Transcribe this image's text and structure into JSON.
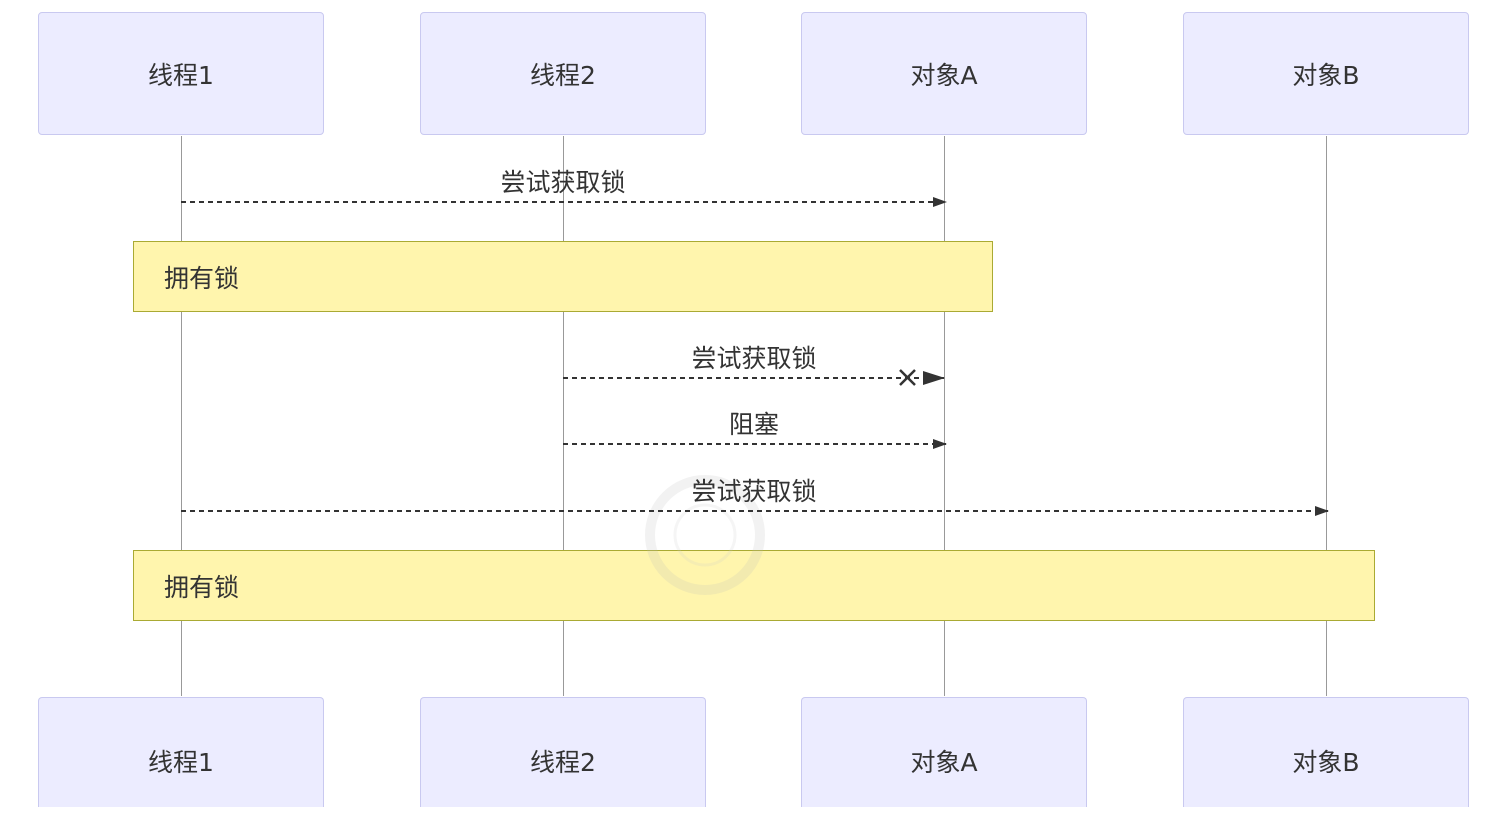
{
  "participants": {
    "t1": "线程1",
    "t2": "线程2",
    "oa": "对象A",
    "ob": "对象B"
  },
  "messages": {
    "m1": "尝试获取锁",
    "m2": "尝试获取锁",
    "m3": "阻塞",
    "m4": "尝试获取锁"
  },
  "notes": {
    "n1": "拥有锁",
    "n2": "拥有锁"
  },
  "colors": {
    "actor_fill": "#ececff",
    "actor_border": "#c9c9f0",
    "note_fill": "#fff5ad",
    "note_border": "#aaaa33",
    "line": "#333333"
  }
}
